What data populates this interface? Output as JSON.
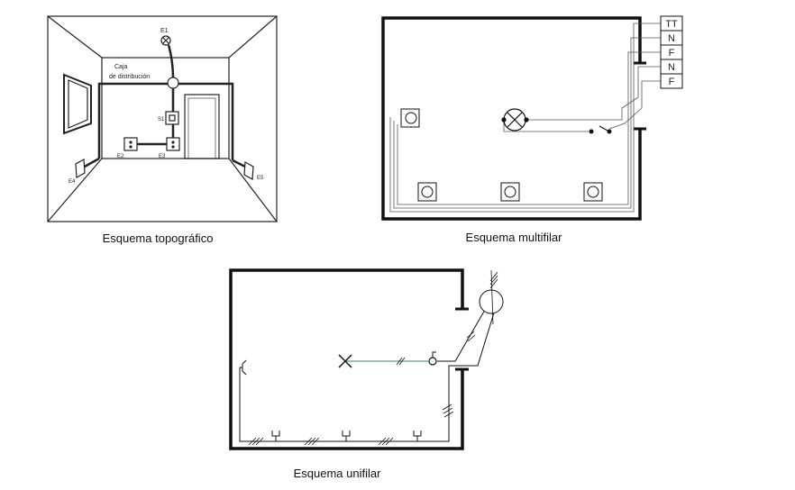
{
  "topographic": {
    "caption": "Esquema topográfico",
    "box_label_line1": "Caja",
    "box_label_line2": "de distribución",
    "lamp_label": "E1",
    "switch_label": "S1",
    "socket_labels": [
      "E2",
      "E3",
      "E4",
      "E5"
    ]
  },
  "multifilar": {
    "caption": "Esquema multifilar",
    "terminals": [
      "TT",
      "N",
      "F",
      "N",
      "F"
    ]
  },
  "unifilar": {
    "caption": "Esquema unifilar"
  },
  "colors": {
    "line": "#1a1a1a",
    "wire_green": "#5a9a8a"
  }
}
